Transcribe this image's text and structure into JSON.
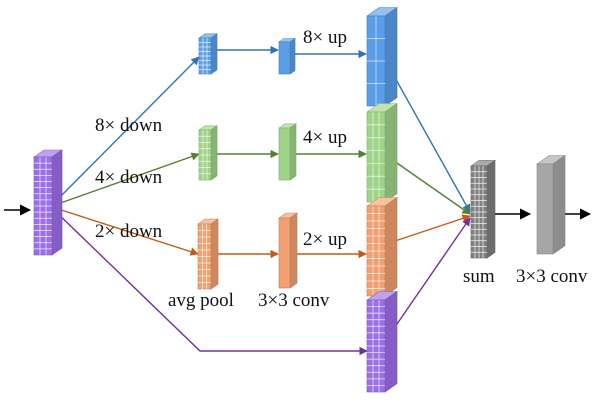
{
  "labels": {
    "down8": "8× down",
    "down4": "4× down",
    "down2": "2× down",
    "up8": "8× up",
    "up4": "4× up",
    "up2": "2× up",
    "avg_pool": "avg pool",
    "conv_mid": "3×3 conv",
    "sum": "sum",
    "conv_out": "3×3 conv"
  },
  "colors": {
    "input_purple": "#9b6fe6",
    "blue": "#5b9ee8",
    "green": "#9fd488",
    "orange": "#f2a070",
    "purple_path": "#7030a0",
    "blue_path": "#2e75b6",
    "green_path": "#548235",
    "orange_path": "#c55a11",
    "sum_gray": "#808080",
    "out_gray": "#a6a6a6"
  }
}
